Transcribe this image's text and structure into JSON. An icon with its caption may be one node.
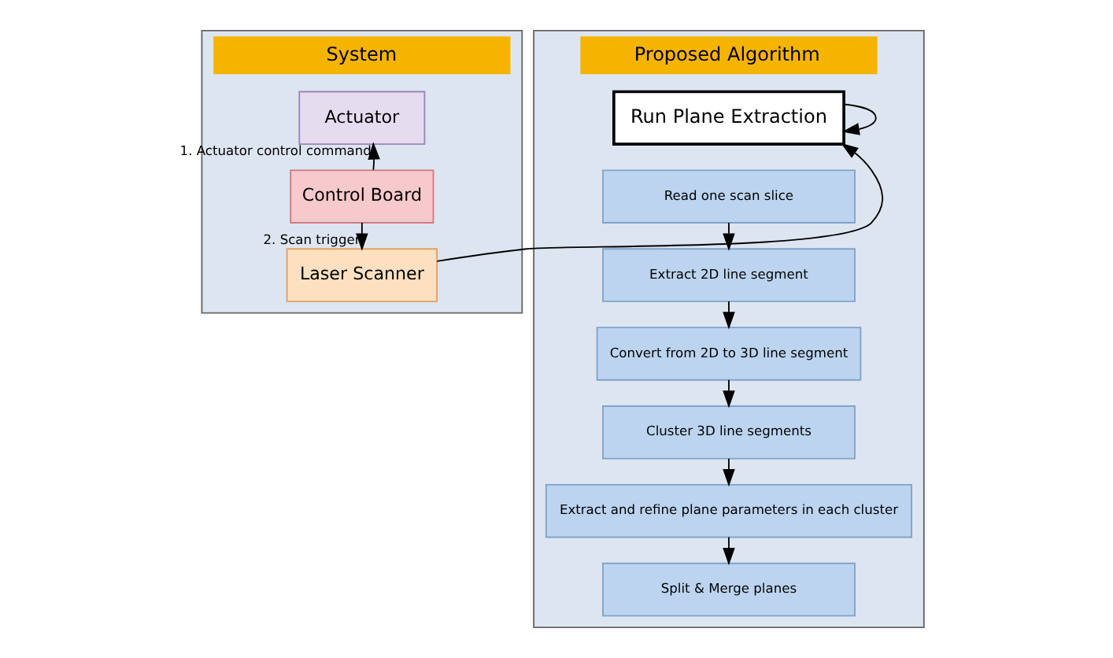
{
  "diagram": {
    "nodes": [
      {
        "text": [
          "System"
        ]
      },
      {
        "text": [
          "Actuator"
        ],
        "in": 0
      },
      {
        "text": [
          "Control Board"
        ],
        "in": 0
      },
      {
        "text": [
          "Laser Scanner"
        ],
        "in": 0
      },
      {
        "text": [
          "Proposed Algorithm"
        ]
      },
      {
        "text": [
          "Run Plane Extraction"
        ],
        "in": 4
      },
      {
        "text": [
          "Read one scan slice"
        ],
        "in": 4
      },
      {
        "text": [
          "Extract 2D line segment"
        ],
        "in": 4
      },
      {
        "text": [
          "Convert from 2D to 3D line segment"
        ],
        "in": 4
      },
      {
        "text": [
          "Cluster 3D line segments"
        ],
        "in": 4
      },
      {
        "text": [
          "Extract and refine plane parameters in each cluster"
        ],
        "in": 4
      },
      {
        "text": [
          "Split & Merge planes"
        ],
        "in": 4
      }
    ],
    "edges": [
      {
        "from": 2,
        "to": 1,
        "arrow": "to",
        "label": "1. Actuator control command"
      },
      {
        "from": 2,
        "to": 3,
        "arrow": "to",
        "label": "2. Scan trigger"
      },
      {
        "from": 3,
        "to": 5,
        "arrow": "to"
      },
      {
        "from": 5,
        "to": 5,
        "arrow": "to"
      },
      {
        "from": 6,
        "to": 7,
        "arrow": "to"
      },
      {
        "from": 7,
        "to": 8,
        "arrow": "to"
      },
      {
        "from": 8,
        "to": 9,
        "arrow": "to"
      },
      {
        "from": 9,
        "to": 10,
        "arrow": "to"
      },
      {
        "from": 10,
        "to": 11,
        "arrow": "to"
      }
    ]
  }
}
